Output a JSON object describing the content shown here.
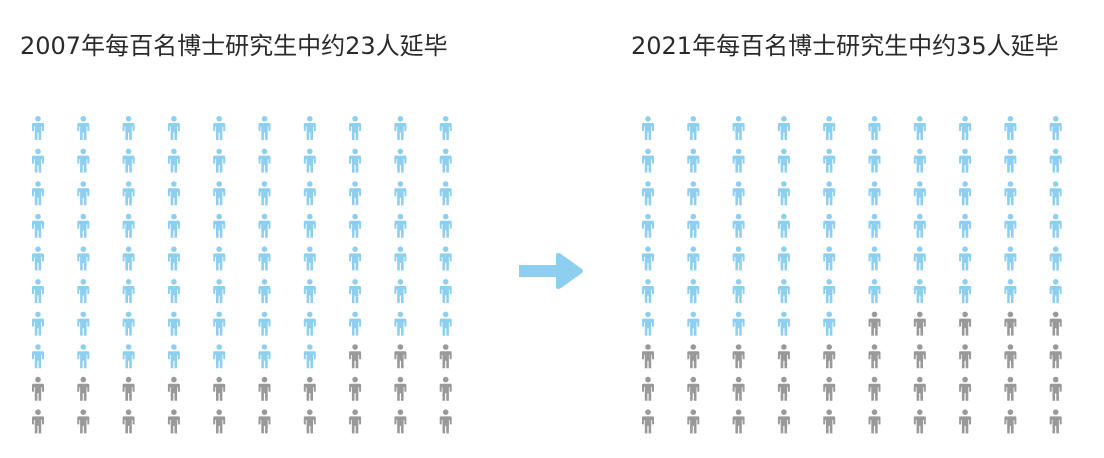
{
  "colors": {
    "delayed": "#999999",
    "on_time": "#8ecff0",
    "arrow": "#8ecff0"
  },
  "icons": {
    "unit": "person-icon",
    "transition": "arrow-right-icon"
  },
  "chart_data": [
    {
      "type": "pictograph",
      "title": "2007年每百名博士研究生中约23人延毕",
      "total": 100,
      "columns": 10,
      "rows": 10,
      "fill_order": "bottom-up, right-to-left",
      "highlighted": 23
    },
    {
      "type": "pictograph",
      "title": "2021年每百名博士研究生中约35人延毕",
      "total": 100,
      "columns": 10,
      "rows": 10,
      "fill_order": "bottom-up, right-to-left",
      "highlighted": 35
    }
  ]
}
